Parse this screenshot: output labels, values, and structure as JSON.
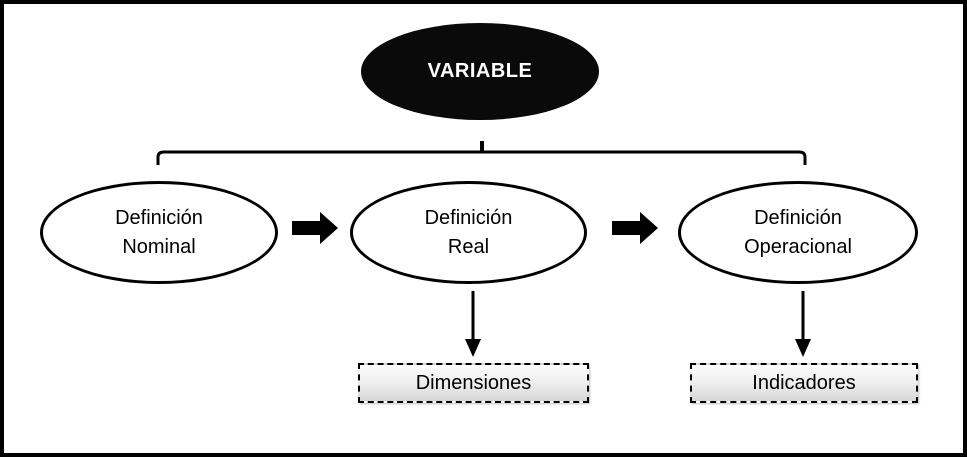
{
  "diagram": {
    "root_label": "VARIABLE",
    "definitions": [
      {
        "line1": "Definición",
        "line2": "Nominal"
      },
      {
        "line1": "Definición",
        "line2": "Real"
      },
      {
        "line1": "Definición",
        "line2": "Operacional"
      }
    ],
    "outputs": [
      {
        "label": "Dimensiones"
      },
      {
        "label": "Indicadores"
      }
    ],
    "colors": {
      "frame_border": "#000000",
      "root_fill": "#0a0a0a",
      "root_text": "#ffffff",
      "line_stroke": "#000000",
      "node_fill": "#ffffff",
      "node_border": "#000000",
      "box_border_dashed": "#000000",
      "box_fill_top": "#fdfdfd",
      "box_fill_bottom": "#d6d6d6"
    }
  }
}
